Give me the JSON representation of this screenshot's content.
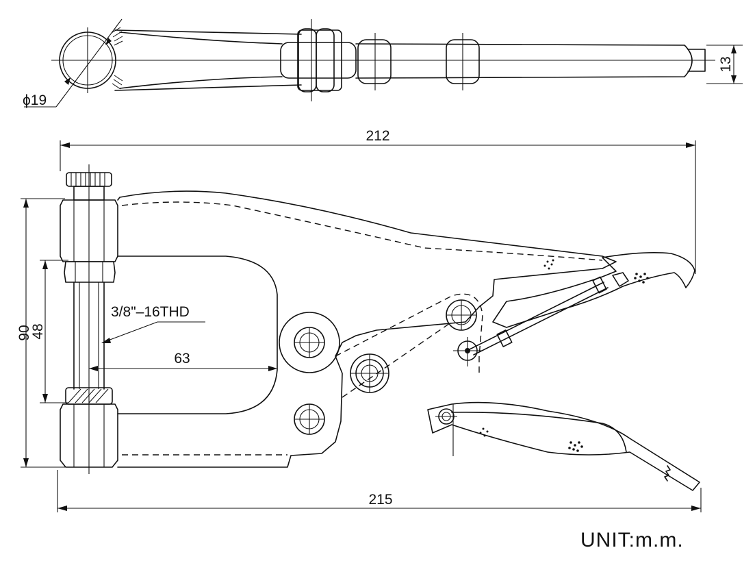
{
  "dimensions": {
    "dia": "ϕ19",
    "thickness": "13",
    "top_width": "212",
    "bottom_width": "215",
    "total_height": "90",
    "shaft_height": "48",
    "throat_depth": "63"
  },
  "thread_label": "3/8\"–16THD",
  "unit": "UNIT:m.m."
}
